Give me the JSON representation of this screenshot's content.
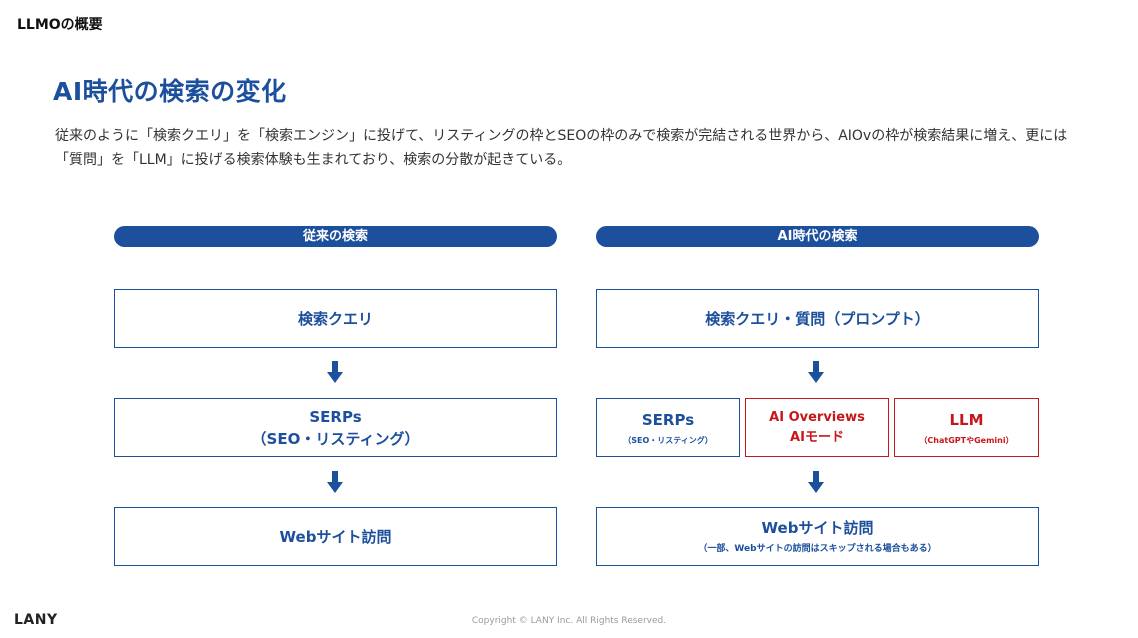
{
  "slide_label": "LLMOの概要",
  "title": "AI時代の検索の変化",
  "description": "従来のように「検索クエリ」を「検索エンジン」に投げて、リスティングの枠とSEOの枠のみで検索が完結される世界から、AIOvの枠が検索結果に増え、更には「質問」を「LLM」に投げる検索体験も生まれており、検索の分散が起きている。",
  "left_column": {
    "header": "従来の検索",
    "query_box": "検索クエリ",
    "serps_line1": "SERPs",
    "serps_line2": "（SEO・リスティング）",
    "visit_box": "Webサイト訪問"
  },
  "right_column": {
    "header": "AI時代の検索",
    "query_box": "検索クエリ・質問（プロンプト）",
    "serps_title": "SERPs",
    "serps_sub": "（SEO・リスティング）",
    "aio_line1": "AI Overviews",
    "aio_line2": "AIモード",
    "llm_title": "LLM",
    "llm_sub": "（ChatGPTやGemini）",
    "visit_title": "Webサイト訪問",
    "visit_sub": "（一部、Webサイトの訪問はスキップされる場合もある）"
  },
  "footer": {
    "logo": "LANY",
    "copyright": "Copyright © LANY Inc. All Rights Reserved."
  },
  "colors": {
    "primary": "#1c4f9c",
    "accent_red": "#c8161d"
  }
}
